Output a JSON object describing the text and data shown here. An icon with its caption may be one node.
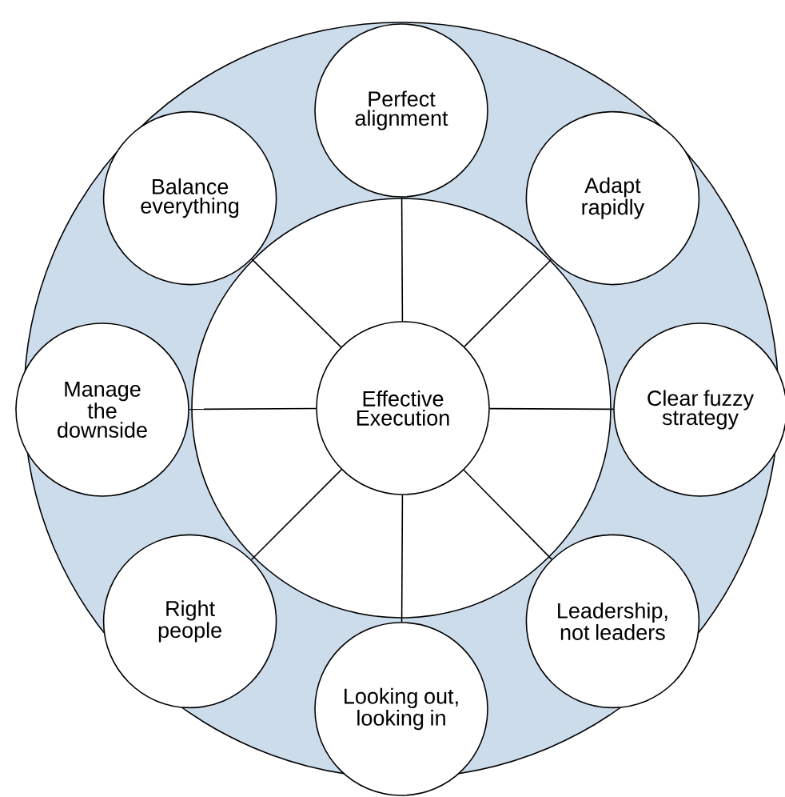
{
  "diagram": {
    "nodes": [
      {
        "text": [],
        "shape": "circle"
      },
      {
        "text": [],
        "shape": "circle",
        "in": 0
      },
      {
        "text": [
          "Perfect alignment"
        ],
        "in": 0
      },
      {
        "text": [
          "Balance everything"
        ],
        "in": 0
      },
      {
        "text": [
          "Adapt rapidly"
        ],
        "in": 0
      },
      {
        "text": [
          "Manage the downside"
        ],
        "in": 0
      },
      {
        "text": [
          "Effective Execution"
        ],
        "in": 1
      },
      {
        "text": [
          "Clear fuzzy strategy"
        ],
        "in": 0
      },
      {
        "text": [
          "Right people"
        ],
        "in": 0
      },
      {
        "text": [
          "Leadership, not leaders"
        ],
        "in": 0
      },
      {
        "text": [
          "Looking out, looking in"
        ],
        "in": 0
      }
    ],
    "edges": [
      {
        "from": 6,
        "to": 2,
        "arrow": "none"
      },
      {
        "from": 6,
        "to": 4,
        "arrow": "none"
      },
      {
        "from": 6,
        "to": 7,
        "arrow": "none"
      },
      {
        "from": 6,
        "to": 9,
        "arrow": "none"
      },
      {
        "from": 6,
        "to": 10,
        "arrow": "none"
      },
      {
        "from": 6,
        "to": 8,
        "arrow": "none"
      },
      {
        "from": 6,
        "to": 5,
        "arrow": "none"
      },
      {
        "from": 6,
        "to": 3,
        "arrow": "none"
      }
    ]
  }
}
